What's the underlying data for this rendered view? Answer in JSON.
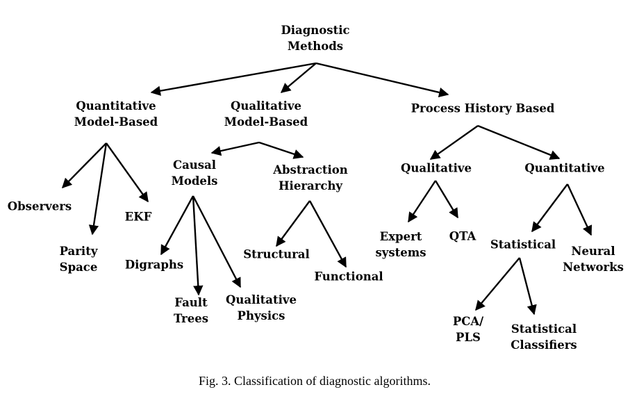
{
  "nodes": {
    "root": [
      "Diagnostic",
      "Methods"
    ],
    "quant_model": [
      "Quantitative",
      "Model-Based"
    ],
    "qual_model": [
      "Qualitative",
      "Model-Based"
    ],
    "process_history": [
      "Process History Based"
    ],
    "observers": [
      "Observers"
    ],
    "parity_space": [
      "Parity",
      "Space"
    ],
    "ekf": [
      "EKF"
    ],
    "causal_models": [
      "Causal",
      "Models"
    ],
    "abstraction_hierarchy": [
      "Abstraction",
      "Hierarchy"
    ],
    "digraphs": [
      "Digraphs"
    ],
    "fault_trees": [
      "Fault",
      "Trees"
    ],
    "qualitative_physics": [
      "Qualitative",
      "Physics"
    ],
    "structural": [
      "Structural"
    ],
    "functional": [
      "Functional"
    ],
    "ph_qualitative": [
      "Qualitative"
    ],
    "ph_quantitative": [
      "Quantitative"
    ],
    "expert_systems": [
      "Expert",
      "systems"
    ],
    "qta": [
      "QTA"
    ],
    "statistical": [
      "Statistical"
    ],
    "neural_networks": [
      "Neural",
      "Networks"
    ],
    "pca_pls": [
      "PCA/",
      "PLS"
    ],
    "statistical_classifiers": [
      "Statistical",
      "Classifiers"
    ]
  },
  "caption": "Fig. 3.  Classification of diagnostic algorithms."
}
